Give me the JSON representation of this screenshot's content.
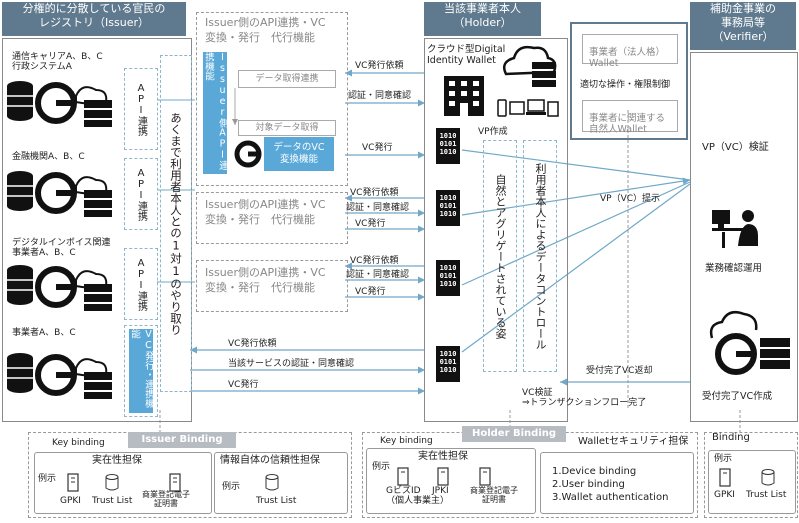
{
  "headers": {
    "issuer": "分権的に分散している官民の\nレジストリ（Issuer）",
    "holder": "当該事業者本人\n（Holder）",
    "verifier": "補助金事業の\n事務局等\n（Verifier）"
  },
  "issuers": [
    {
      "label": "通信キャリアA、B、C\n行政システムA"
    },
    {
      "label": "金融機関A、B、C"
    },
    {
      "label": "デジタルインボイス関連\n事業者A、B、C"
    },
    {
      "label": "事業者A、B、C"
    }
  ],
  "api_link": "API連携",
  "vc_issue_link": "VC発行・連携機能",
  "issuer_api_func": "Issuer側API連携機能",
  "data_fetch": "データ取得連携",
  "target_data": "対象データ取得",
  "vc_convert": "データのVC\n変換機能",
  "issuer_side_box": "Issuer側のAPI連携・VC\n変換・発行　代行機能",
  "one_to_one": "あくまで利用者本人との1対1のやり取り",
  "arrows": {
    "vc_request": "VC発行依頼",
    "auth_consent": "認証・同意確認",
    "vc_issue": "VC発行",
    "service_auth": "当該サービスの認証・同意確認",
    "vp_present": "VP（VC）提示",
    "vc_return": "受付完了VC返却",
    "vc_verify": "VC検証\n⇒トランザクションフロー完了"
  },
  "holder": {
    "wallet": "クラウド型Digital\nIdentity Wallet",
    "vp_create": "VP作成",
    "aggregate": "自然とアグリゲートされている姿",
    "data_control": "利用者本人によるデータコントロール",
    "corp_wallet": "事業者（法人格）\nWallet",
    "proper_ops": "適切な操作・権限制御",
    "person_wallet": "事業者に関連する\n自然人Wallet",
    "binary": "1010\n0101\n1010"
  },
  "verifier": {
    "vp_verify": "VP（VC）検証",
    "ops": "業務確認運用",
    "receipt_vc": "受付完了VC作成"
  },
  "bottom": {
    "issuer_binding": "Issuer Binding",
    "holder_binding": "Holder Binding",
    "key_binding": "Key binding",
    "binding": "Binding",
    "existence": "実在性担保",
    "info_trust": "情報自体の信頼性担保",
    "example": "例示",
    "gpki": "GPKI",
    "trust_list": "Trust List",
    "commercial_cert": "商業登記電子\n証明書",
    "gbizid": "GビズID\n（個人事業主）",
    "jpki": "JPKI",
    "wallet_sec": "Walletセキュリティ担保",
    "sec_items": [
      "1.Device  binding",
      "2.User  binding",
      "3.Wallet  authentication"
    ]
  }
}
